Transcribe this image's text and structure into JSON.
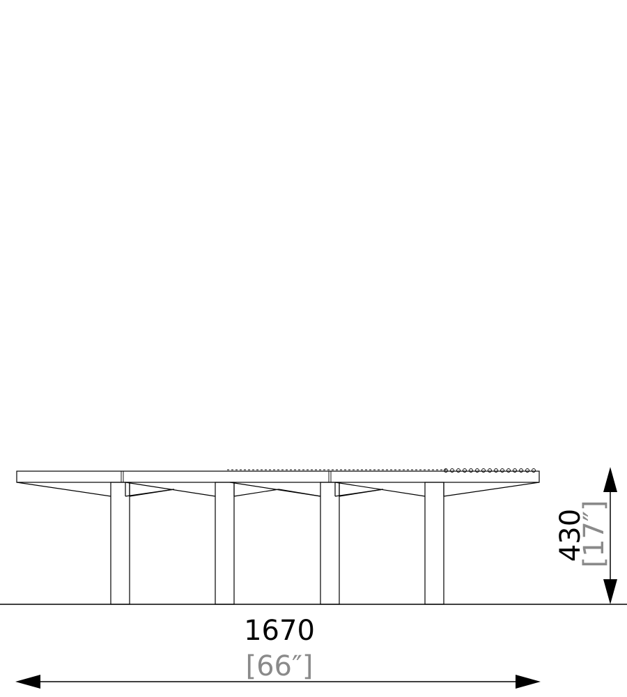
{
  "dimensions": {
    "length": {
      "primary": "1670",
      "secondary": "[66″]"
    },
    "height": {
      "primary": "430",
      "secondary": "[17″]"
    }
  },
  "colors": {
    "primary_text": "#000000",
    "secondary_text": "#8a8a8a"
  }
}
